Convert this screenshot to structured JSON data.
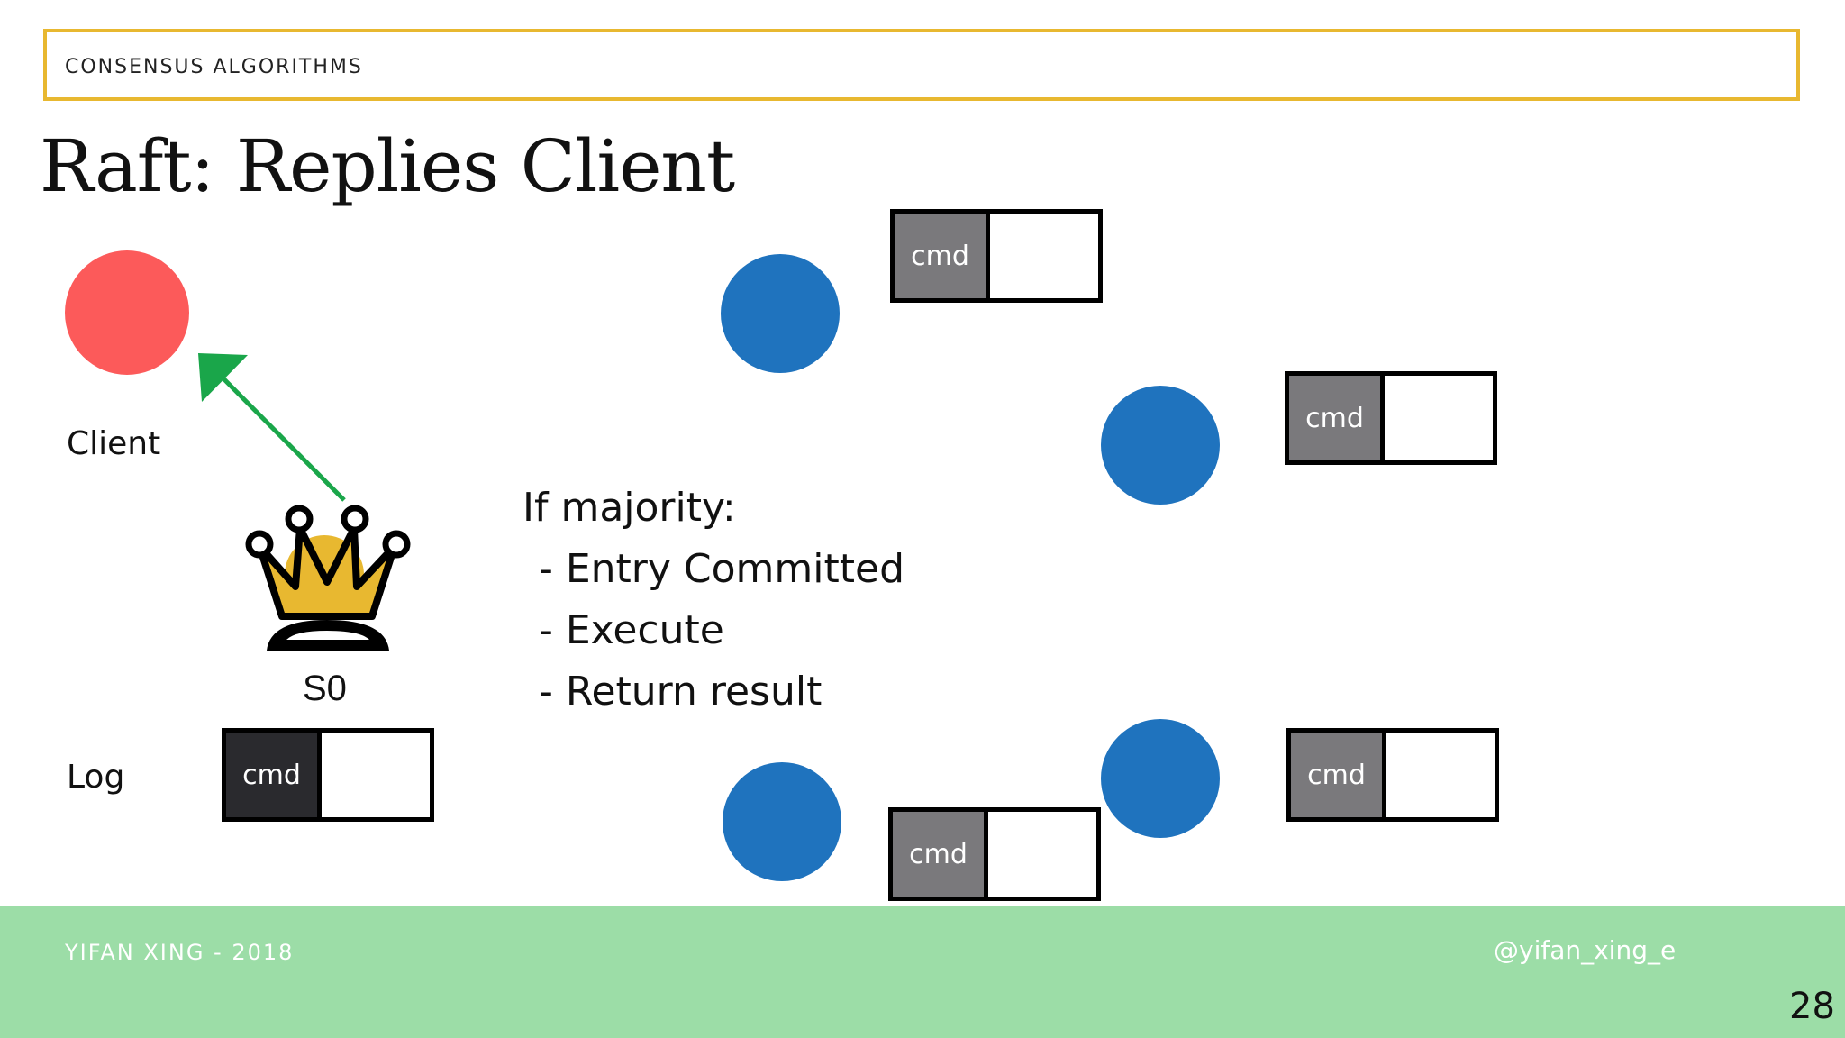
{
  "header": {
    "section": "CONSENSUS ALGORITHMS"
  },
  "slide": {
    "title": "Raft: Replies Client"
  },
  "labels": {
    "client": "Client",
    "log": "Log",
    "leader": "S0"
  },
  "bullets": {
    "heading": "If majority:",
    "items": [
      "- Entry Committed",
      "- Execute",
      "- Return result"
    ]
  },
  "log_entries": {
    "leader": "cmd",
    "f1": "cmd",
    "f2": "cmd",
    "f3": "cmd",
    "f4": "cmd"
  },
  "footer": {
    "left": "YIFAN XING - 2018",
    "right": "@yifan_xing_e",
    "page": "28"
  },
  "colors": {
    "header_border": "#e8b830",
    "client": "#fc5a5a",
    "follower": "#1f73be",
    "arrow": "#1aa64a",
    "crown": "#e8b830",
    "leader_entry": "#2a2a2e",
    "follower_entry": "#7a797c",
    "footer": "#9cdda7"
  }
}
